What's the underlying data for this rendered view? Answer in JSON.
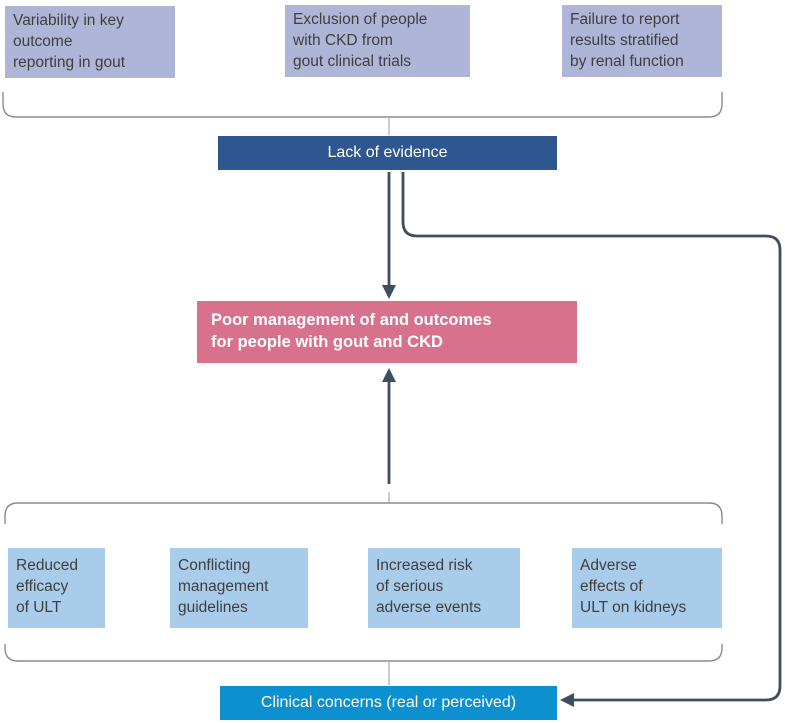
{
  "figure": {
    "top_boxes": [
      {
        "lines": [
          "Variability in key",
          "outcome",
          "reporting in gout"
        ]
      },
      {
        "lines": [
          "Exclusion of people",
          "with CKD from",
          "gout clinical trials"
        ]
      },
      {
        "lines": [
          "Failure to report",
          "results stratified",
          "by renal function"
        ]
      }
    ],
    "lack_of_evidence_label": "Lack of evidence",
    "central_box": {
      "lines": [
        "Poor management of and outcomes",
        "for people with gout and CKD"
      ]
    },
    "bottom_boxes": [
      {
        "lines": [
          "Reduced",
          "efficacy",
          "of ULT"
        ]
      },
      {
        "lines": [
          "Conflicting",
          "management",
          "guidelines"
        ]
      },
      {
        "lines": [
          "Increased risk",
          "of serious",
          "adverse events"
        ]
      },
      {
        "lines": [
          "Adverse",
          "effects of",
          "ULT on kidneys"
        ]
      }
    ],
    "clinical_concerns_label": "Clinical concerns (real or perceived)",
    "colors": {
      "lavender_box": "#aeb5d6",
      "light_blue_box": "#a8cce9",
      "dark_blue_box": "#2f578f",
      "pink_box": "#d8718b",
      "cyan_box": "#0d90d0",
      "arrow_line": "#3d4e5c",
      "brace_line": "#8a8a8a",
      "connector_tick": "#b5b5b5",
      "box_text": "#3f3f3f"
    }
  }
}
